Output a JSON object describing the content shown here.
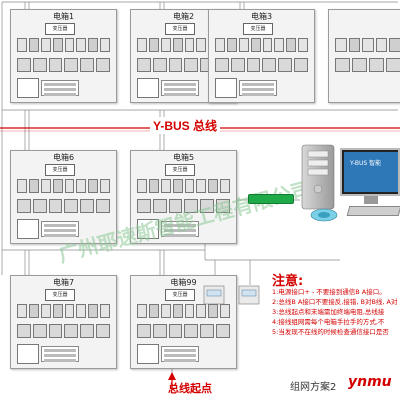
{
  "bus_label": "Y-BUS 总线",
  "start_label": "总线起点",
  "footer_label": "组网方案2",
  "brand": "ynmu",
  "pc_screen_label": "Y-BUS 智能",
  "watermark": "广州耶速斯智能工程有限公司",
  "boxes": [
    {
      "name": "电箱1",
      "transformer": "变压器"
    },
    {
      "name": "电箱2",
      "transformer": "变压器"
    },
    {
      "name": "电箱3",
      "transformer": "变压器"
    },
    {
      "name": "电箱6",
      "transformer": "变压器"
    },
    {
      "name": "电箱5",
      "transformer": "变压器"
    },
    {
      "name": "电箱7",
      "transformer": "变压器"
    },
    {
      "name": "电箱99",
      "transformer": "变压器"
    }
  ],
  "notes": {
    "title": "注意:",
    "lines": [
      "1:电源接口+ - 不要接到通信B A接口。",
      "2:总线B A接口不要接反,接错, B对B线, A对",
      "3:总线起点和末端需加终端电阻,总线接",
      "4:接线组网需每个电箱手拉手的方式,不",
      "5:当发现不在线的时候检查通信接口是否"
    ]
  },
  "colors": {
    "bus": "#d40000",
    "box_bg": "#f3f3f3",
    "converter": "#1faa4a"
  }
}
